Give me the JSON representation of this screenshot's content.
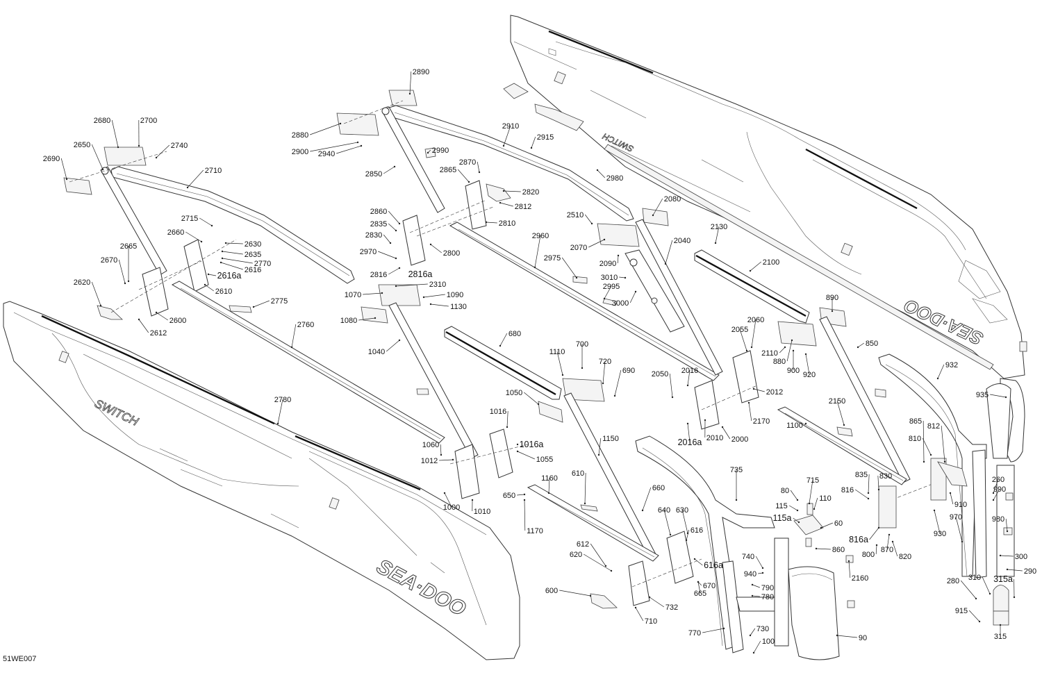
{
  "diagram_code": "51WE007",
  "panel_text": {
    "left_panel_logo": "SEA·DOO",
    "left_panel_model": "SWITCH",
    "right_panel_logo": "SEA·DOO",
    "right_panel_model": "SWITCH"
  },
  "callouts": [
    "2890",
    "2880",
    "2900",
    "2940",
    "2910",
    "2915",
    "2990",
    "2850",
    "2865",
    "2870",
    "2820",
    "2812",
    "2810",
    "2860",
    "2835",
    "2830",
    "2800",
    "2970",
    "2816",
    "2816a",
    "2310",
    "1070",
    "1090",
    "1130",
    "1080",
    "1040",
    "2960",
    "2975",
    "2995",
    "3000",
    "3010",
    "2510",
    "2070",
    "2090",
    "2080",
    "2040",
    "2130",
    "2100",
    "2680",
    "2700",
    "2740",
    "2650",
    "2690",
    "2710",
    "2715",
    "2660",
    "2630",
    "2635",
    "2770",
    "2616",
    "2616a",
    "2665",
    "2670",
    "2610",
    "2620",
    "2612",
    "2600",
    "2775",
    "2760",
    "2780",
    "2980",
    "890",
    "850",
    "880",
    "900",
    "920",
    "2110",
    "2055",
    "2060",
    "2012",
    "2050",
    "2016",
    "2016a",
    "2010",
    "2000",
    "2170",
    "2150",
    "1100",
    "680",
    "1110",
    "700",
    "720",
    "690",
    "1050",
    "1016",
    "1016a",
    "1055",
    "1060",
    "1012",
    "1000",
    "1010",
    "650",
    "1150",
    "1160",
    "1170",
    "610",
    "660",
    "640",
    "630",
    "616",
    "616a",
    "670",
    "665",
    "620",
    "612",
    "600",
    "710",
    "732",
    "735",
    "740",
    "940",
    "790",
    "780",
    "770",
    "730",
    "100",
    "90",
    "80",
    "115",
    "115a",
    "715",
    "110",
    "60",
    "860",
    "2160",
    "835",
    "830",
    "816",
    "816a",
    "800",
    "870",
    "820",
    "865",
    "812",
    "810",
    "910",
    "930",
    "932",
    "935",
    "260",
    "990",
    "980",
    "970",
    "300",
    "290",
    "280",
    "310",
    "315a",
    "915",
    "315"
  ]
}
